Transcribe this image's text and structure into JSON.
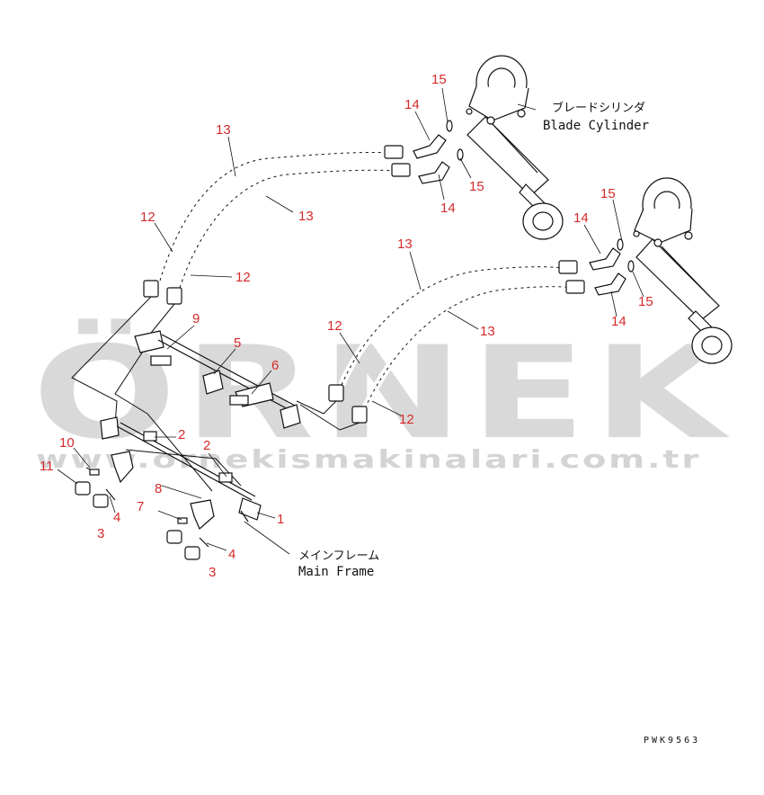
{
  "watermark": {
    "brand": "ÖRNEK",
    "url": "www.ornekismakinalari.com.tr",
    "color": "#d9d9d9"
  },
  "labels": {
    "cylinder_jp": "ブレードシリンダ",
    "cylinder_en": "Blade Cylinder",
    "frame_jp": "メインフレーム",
    "frame_en": "Main Frame",
    "drawing_code": "PWK9563"
  },
  "callout_color": "#d42a2a",
  "callouts": [
    {
      "id": "c15a",
      "text": "15"
    },
    {
      "id": "c14a",
      "text": "14"
    },
    {
      "id": "c15b",
      "text": "15"
    },
    {
      "id": "c14b",
      "text": "14"
    },
    {
      "id": "c13a",
      "text": "13"
    },
    {
      "id": "c13b",
      "text": "13"
    },
    {
      "id": "c12a",
      "text": "12"
    },
    {
      "id": "c12b",
      "text": "12"
    },
    {
      "id": "c15c",
      "text": "15"
    },
    {
      "id": "c14c",
      "text": "14"
    },
    {
      "id": "c15d",
      "text": "15"
    },
    {
      "id": "c14d",
      "text": "14"
    },
    {
      "id": "c13c",
      "text": "13"
    },
    {
      "id": "c13d",
      "text": "13"
    },
    {
      "id": "c12c",
      "text": "12"
    },
    {
      "id": "c12d",
      "text": "12"
    },
    {
      "id": "c9",
      "text": "9"
    },
    {
      "id": "c5",
      "text": "5"
    },
    {
      "id": "c6",
      "text": "6"
    },
    {
      "id": "c2a",
      "text": "2"
    },
    {
      "id": "c2b",
      "text": "2"
    },
    {
      "id": "c10",
      "text": "10"
    },
    {
      "id": "c11",
      "text": "11"
    },
    {
      "id": "c4a",
      "text": "4"
    },
    {
      "id": "c3a",
      "text": "3"
    },
    {
      "id": "c8",
      "text": "8"
    },
    {
      "id": "c7",
      "text": "7"
    },
    {
      "id": "c1",
      "text": "1"
    },
    {
      "id": "c4b",
      "text": "4"
    },
    {
      "id": "c3b",
      "text": "3"
    }
  ]
}
